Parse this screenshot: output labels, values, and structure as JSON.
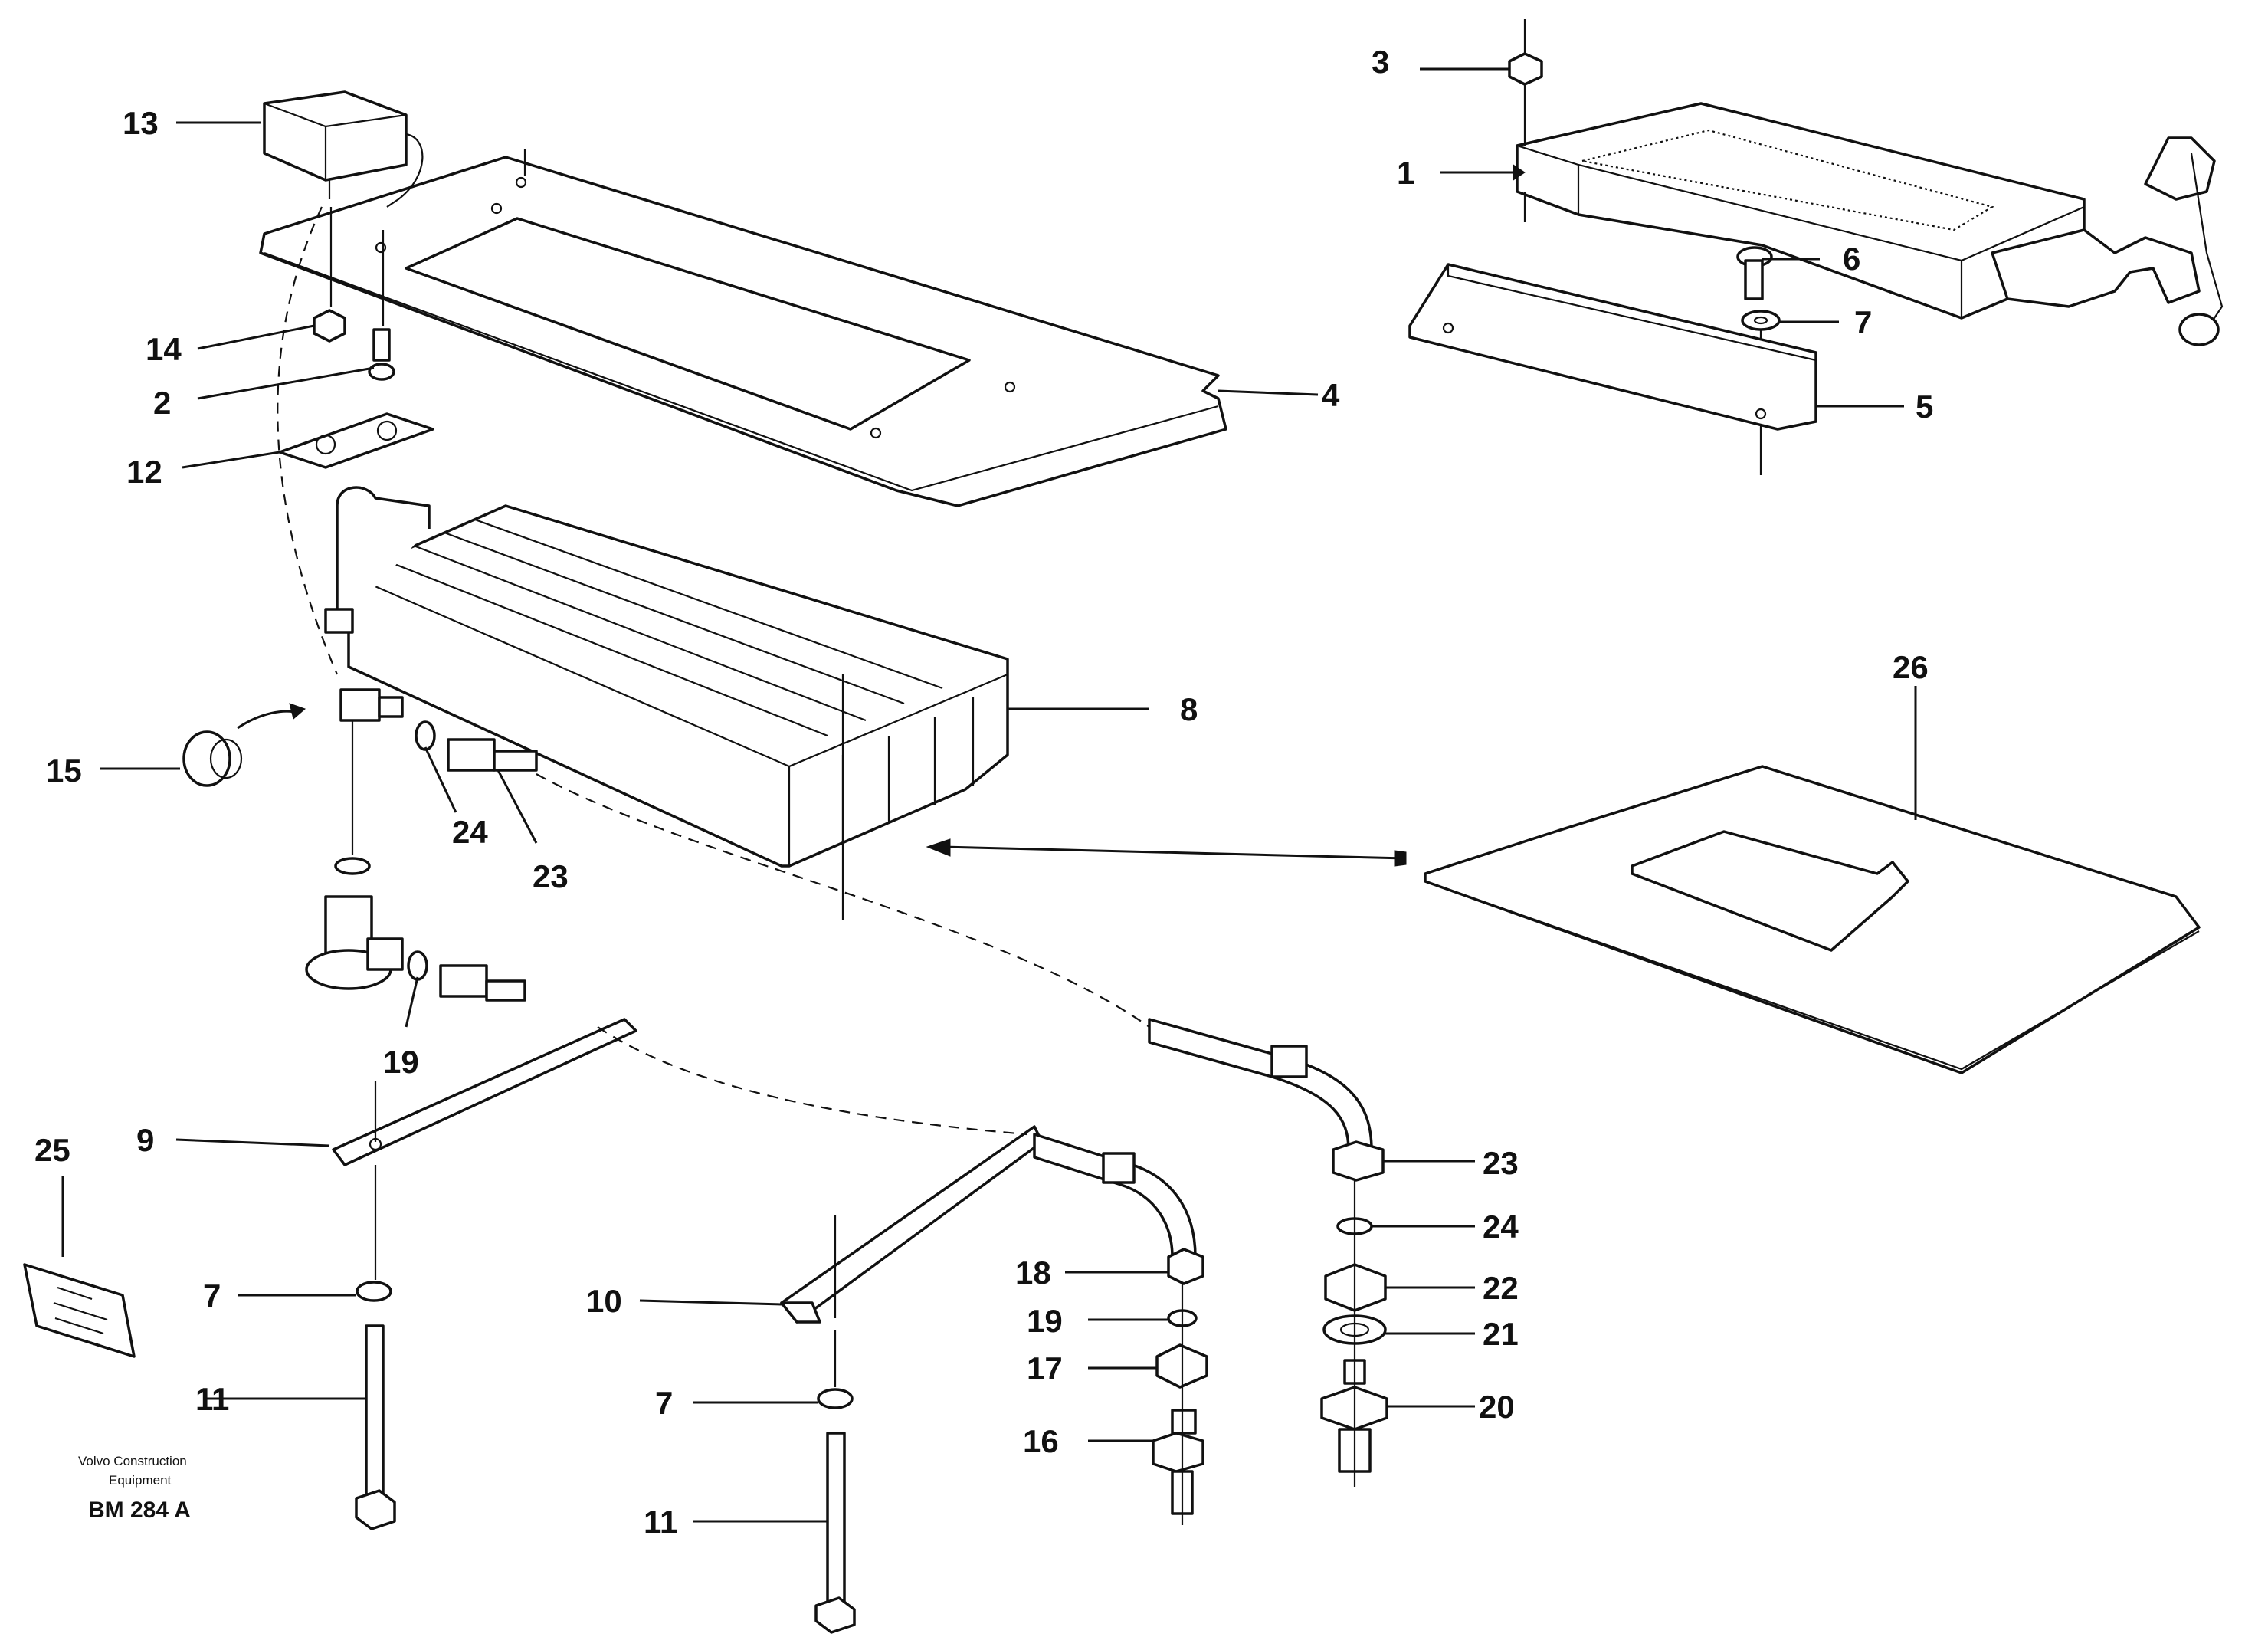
{
  "diagram": {
    "callouts": [
      {
        "id": "13",
        "label": "13"
      },
      {
        "id": "14",
        "label": "14"
      },
      {
        "id": "2",
        "label": "2"
      },
      {
        "id": "12",
        "label": "12"
      },
      {
        "id": "4",
        "label": "4"
      },
      {
        "id": "8",
        "label": "8"
      },
      {
        "id": "15",
        "label": "15"
      },
      {
        "id": "24a",
        "label": "24"
      },
      {
        "id": "23a",
        "label": "23"
      },
      {
        "id": "19a",
        "label": "19"
      },
      {
        "id": "9",
        "label": "9"
      },
      {
        "id": "25",
        "label": "25"
      },
      {
        "id": "7a",
        "label": "7"
      },
      {
        "id": "11a",
        "label": "11"
      },
      {
        "id": "10",
        "label": "10"
      },
      {
        "id": "7b",
        "label": "7"
      },
      {
        "id": "11b",
        "label": "11"
      },
      {
        "id": "18",
        "label": "18"
      },
      {
        "id": "19b",
        "label": "19"
      },
      {
        "id": "17",
        "label": "17"
      },
      {
        "id": "16",
        "label": "16"
      },
      {
        "id": "23b",
        "label": "23"
      },
      {
        "id": "24b",
        "label": "24"
      },
      {
        "id": "22",
        "label": "22"
      },
      {
        "id": "21",
        "label": "21"
      },
      {
        "id": "20",
        "label": "20"
      },
      {
        "id": "3",
        "label": "3"
      },
      {
        "id": "1",
        "label": "1"
      },
      {
        "id": "6",
        "label": "6"
      },
      {
        "id": "7c",
        "label": "7"
      },
      {
        "id": "5",
        "label": "5"
      },
      {
        "id": "26",
        "label": "26"
      }
    ],
    "footer": {
      "company_line1": "Volvo Construction",
      "company_line2": "Equipment",
      "drawing_code": "BM 284 A"
    }
  }
}
